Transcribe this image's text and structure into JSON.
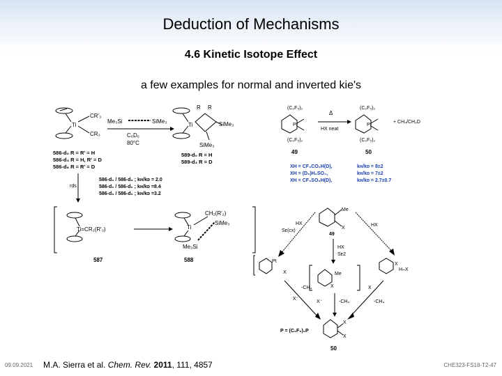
{
  "slide": {
    "title": "Deduction of Mechanisms",
    "section": "4.6 Kinetic Isotope Effect",
    "caption": "a few examples for normal and inverted kie's"
  },
  "scheme_left": {
    "reagent_1": "Me₃Si",
    "reagent_2": "SiMe₃",
    "conditions_1": "C₆D₆",
    "conditions_2": "80°C",
    "sm_group_1": "CR'₃",
    "sm_group_2": "CR₃",
    "metal": "Ti",
    "prod_R1": "R",
    "prod_R2": "R",
    "prod_sime3_1": "SiMe₃",
    "prod_sime3_2": "SiMe₃",
    "sm_labels": [
      "586-d₀  R = R' = H",
      "586-d₃  R = H,  R' = D",
      "586-d₆  R = R' = D"
    ],
    "prod_labels": [
      "589-d₀  R = H",
      "589-d₃  R = D"
    ],
    "rds": "rds",
    "kie_lines": [
      "586-d₀ / 586-d₃ ; kʜ/kᴅ = 2.0",
      "586-d₀ / 586-d₆ ; kʜ/kᴅ =8.4",
      "586-d₃ / 586-d₆ ; kʜ/kᴅ =3.2"
    ],
    "int_587_text": "Ti=CR₂(R'₃)",
    "int_588_top": "CH₂(R'₂)",
    "int_588_si": "SiMe₃",
    "int_588_bottom": "Me₃Si",
    "label_587": "587",
    "label_588": "588"
  },
  "scheme_right": {
    "top_left_groups": [
      "(C₂F₅)₂",
      "(C₂F₅)₂"
    ],
    "top_right_groups": [
      "(C₂F₅)₂",
      "(C₂F₅)₂"
    ],
    "top_arrow_top": "Δ",
    "top_arrow_bottom": "HX neat",
    "top_product": "+ CH₄/CH₃D",
    "label_49": "49",
    "label_50": "50",
    "kie_lines": [
      {
        "xh": "XH = CF₃CO₂H(D),",
        "kie": "kʜ/kᴅ = 8±2"
      },
      {
        "xh": "XH = (D₃)H₂SO₄,",
        "kie": "kʜ/kᴅ = 7±2"
      },
      {
        "xh": "XH = CF₃SO₃H(D),",
        "kie": "kʜ/kᴅ = 2.7±0.7"
      }
    ],
    "center_top_label": "49",
    "hx_left": "HX",
    "se_left": "Sᴇ(cx)",
    "hx_right": "HX",
    "hx_center": "HX",
    "se2_center": "Sᴇ2",
    "minus_ch4_left": "-CH₄",
    "minus_ch4_center": "-CH₄",
    "minus_ch4_right": "-CH₄",
    "x_minus_left": "X⁻",
    "x_minus_center": "X⁻",
    "x_right": "X",
    "right_hx": "H–X",
    "p_def": "P = (C₂F₅)₂P",
    "label_bottom_50": "50"
  },
  "footer": {
    "date": "09.09.2021",
    "ref_authors": "M.A. Sierra et al.",
    "ref_journal": "Chem. Rev.",
    "ref_year": "2011",
    "ref_rest": ", 111, 4857",
    "code": "CHE323-FS18-T2-47"
  }
}
